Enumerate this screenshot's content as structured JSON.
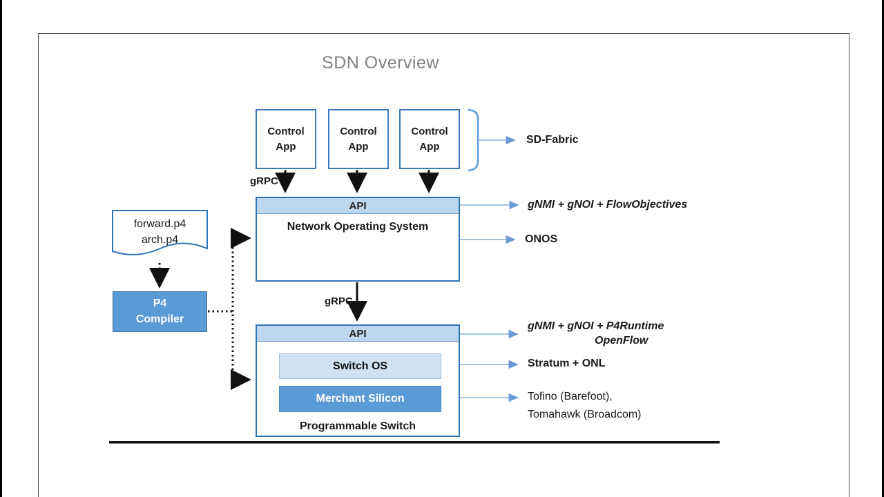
{
  "slide": {
    "title": "SDN Overview"
  },
  "diagram": {
    "control_apps": [
      {
        "label": "Control App"
      },
      {
        "label": "Control App"
      },
      {
        "label": "Control App"
      }
    ],
    "grpc_labels": {
      "top": "gRPC",
      "middle": "gRPC"
    },
    "nos": {
      "api_label": "API",
      "title": "Network Operating System"
    },
    "programmable_switch": {
      "api_label": "API",
      "switch_os_label": "Switch OS",
      "merchant_silicon_label": "Merchant Silicon",
      "caption": "Programmable Switch"
    },
    "p4_toolchain": {
      "doc_line1": "forward.p4",
      "doc_line2": "arch.p4",
      "compiler_line1": "P4",
      "compiler_line2": "Compiler"
    },
    "annotations": {
      "sd_fabric": "SD-Fabric",
      "nos_api": "gNMI + gNOI + FlowObjectives",
      "nos_name": "ONOS",
      "switch_api_line1": "gNMI + gNOI + P4Runtime",
      "switch_api_line2": "OpenFlow",
      "switch_os": "Stratum + ONL",
      "merchant_line1": "Tofino (Barefoot),",
      "merchant_line2": "Tomahawk (Broadcom)"
    },
    "colors": {
      "accent_blue": "#5b9bd5",
      "light_blue_fill": "#bdd7ee",
      "pale_blue_fill": "#cfe2f3",
      "box_border_blue": "#2e75b6",
      "connector_blue": "#94b9dd",
      "title_gray": "#808080",
      "arrow_black": "#111111"
    }
  }
}
